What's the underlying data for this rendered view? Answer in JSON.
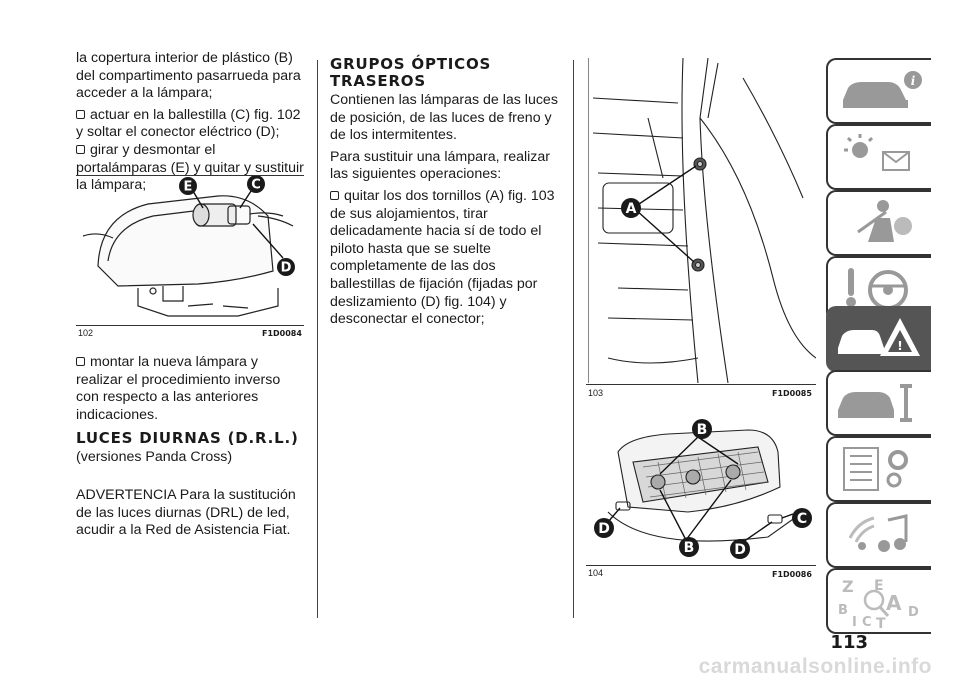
{
  "col1": {
    "intro": "la copertura interior de plástico (B) del compartimento pasarrueda para acceder a la lámpara;",
    "bullets": [
      "actuar en la ballestilla (C) fig. 102 y soltar el conector eléctrico (D);",
      "girar y desmontar el portalámparas (E) y quitar y sustituir la lámpara;"
    ],
    "fig102": {
      "number": "102",
      "code": "F1D0084",
      "callouts": [
        "E",
        "C",
        "D"
      ]
    },
    "bullet_after": "montar la nueva lámpara y realizar el procedimiento inverso con respecto a las anteriores indicaciones.",
    "heading": "LUCES DIURNAS (D.R.L.)",
    "subtitle": "(versiones Panda Cross)",
    "warning": "ADVERTENCIA Para la sustitución de las luces diurnas (DRL) de led, acudir a la Red de Asistencia Fiat."
  },
  "col2": {
    "heading_line1": "GRUPOS ÓPTICOS",
    "heading_line2": "TRASEROS",
    "p1": "Contienen las lámparas de las luces de posición, de las luces de freno y de los intermitentes.",
    "p2": "Para sustituir una lámpara, realizar las siguientes operaciones:",
    "bullet": "quitar los dos tornillos (A) fig. 103 de sus alojamientos, tirar delicadamente hacia sí de todo el piloto hasta que se suelte completamente de las dos ballestillas de fijación (fijadas por deslizamiento (D) fig. 104) y desconectar el conector;"
  },
  "fig103": {
    "number": "103",
    "code": "F1D0085",
    "callouts": [
      "A"
    ]
  },
  "fig104": {
    "number": "104",
    "code": "F1D0086",
    "callouts": [
      "B",
      "D",
      "C",
      "B",
      "D"
    ]
  },
  "tabs": [
    {
      "icon": "car-info-icon"
    },
    {
      "icon": "dashboard-lights-icon"
    },
    {
      "icon": "safety-airbag-icon"
    },
    {
      "icon": "steering-wheel-icon"
    },
    {
      "icon": "emergency-warning-icon",
      "active": true
    },
    {
      "icon": "car-maintenance-icon"
    },
    {
      "icon": "technical-data-icon"
    },
    {
      "icon": "multimedia-icon"
    },
    {
      "icon": "index-icon"
    }
  ],
  "page_number": "113",
  "watermark": "carmanualsonline.info"
}
